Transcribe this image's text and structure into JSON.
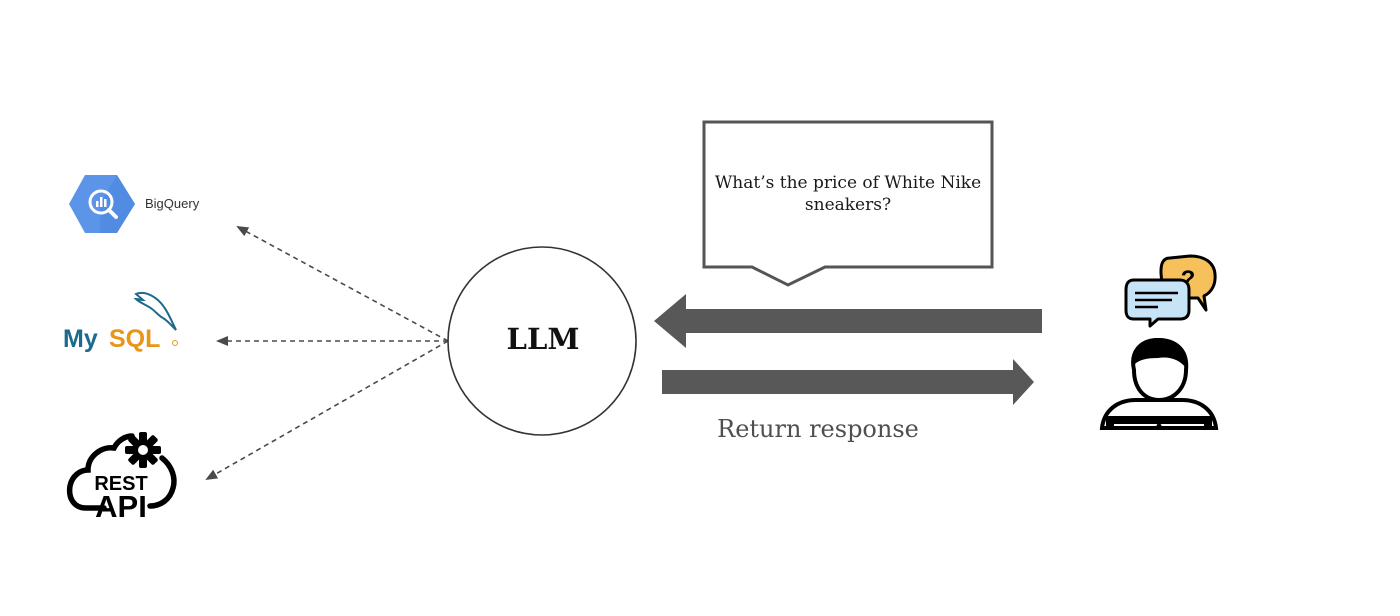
{
  "diagram": {
    "llm_label": "LLM",
    "query_bubble_text": "What’s the price of White Nike sneakers?",
    "return_label": "Return response",
    "sources": {
      "bigquery": {
        "label": "BigQuery",
        "icon": "bigquery-logo-icon",
        "color": "#5c95e8"
      },
      "mysql": {
        "label_my": "My",
        "label_sql": "SQL",
        "icon": "mysql-dolphin-icon",
        "color_my": "#1c6a8c",
        "color_sql": "#e8951a"
      },
      "rest_api": {
        "label_rest": "REST",
        "label_api": "API",
        "icon": "cloud-gear-icon"
      }
    },
    "user": {
      "icon": "user-at-laptop-icon",
      "bubble_icon": "question-chat-icon",
      "bubble_color": "#f6c15a",
      "chat_color": "#c7e4f7"
    },
    "arrow_color": "#585858"
  }
}
